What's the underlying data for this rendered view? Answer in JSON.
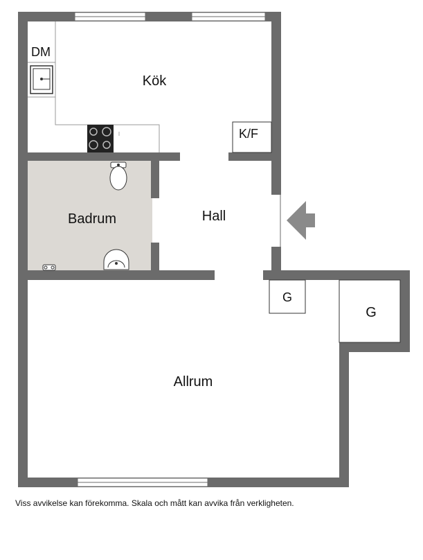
{
  "rooms": {
    "kitchen": "Kök",
    "bathroom": "Badrum",
    "hall": "Hall",
    "living": "Allrum"
  },
  "fixtures": {
    "dishwasher": "DM",
    "fridge_freezer": "K/F",
    "wardrobe_1": "G",
    "wardrobe_2": "G"
  },
  "disclaimer": "Viss avvikelse kan förekomma. Skala och mått kan avvika från verkligheten.",
  "colors": {
    "wall": "#6b6b6b",
    "bathroom_floor": "#dcd9d4",
    "entrance_arrow": "#8a8a8a"
  },
  "icons": [
    "sink-icon",
    "stove-icon",
    "toilet-icon",
    "washbasin-icon",
    "shower-faucet-icon",
    "entrance-arrow-icon"
  ]
}
